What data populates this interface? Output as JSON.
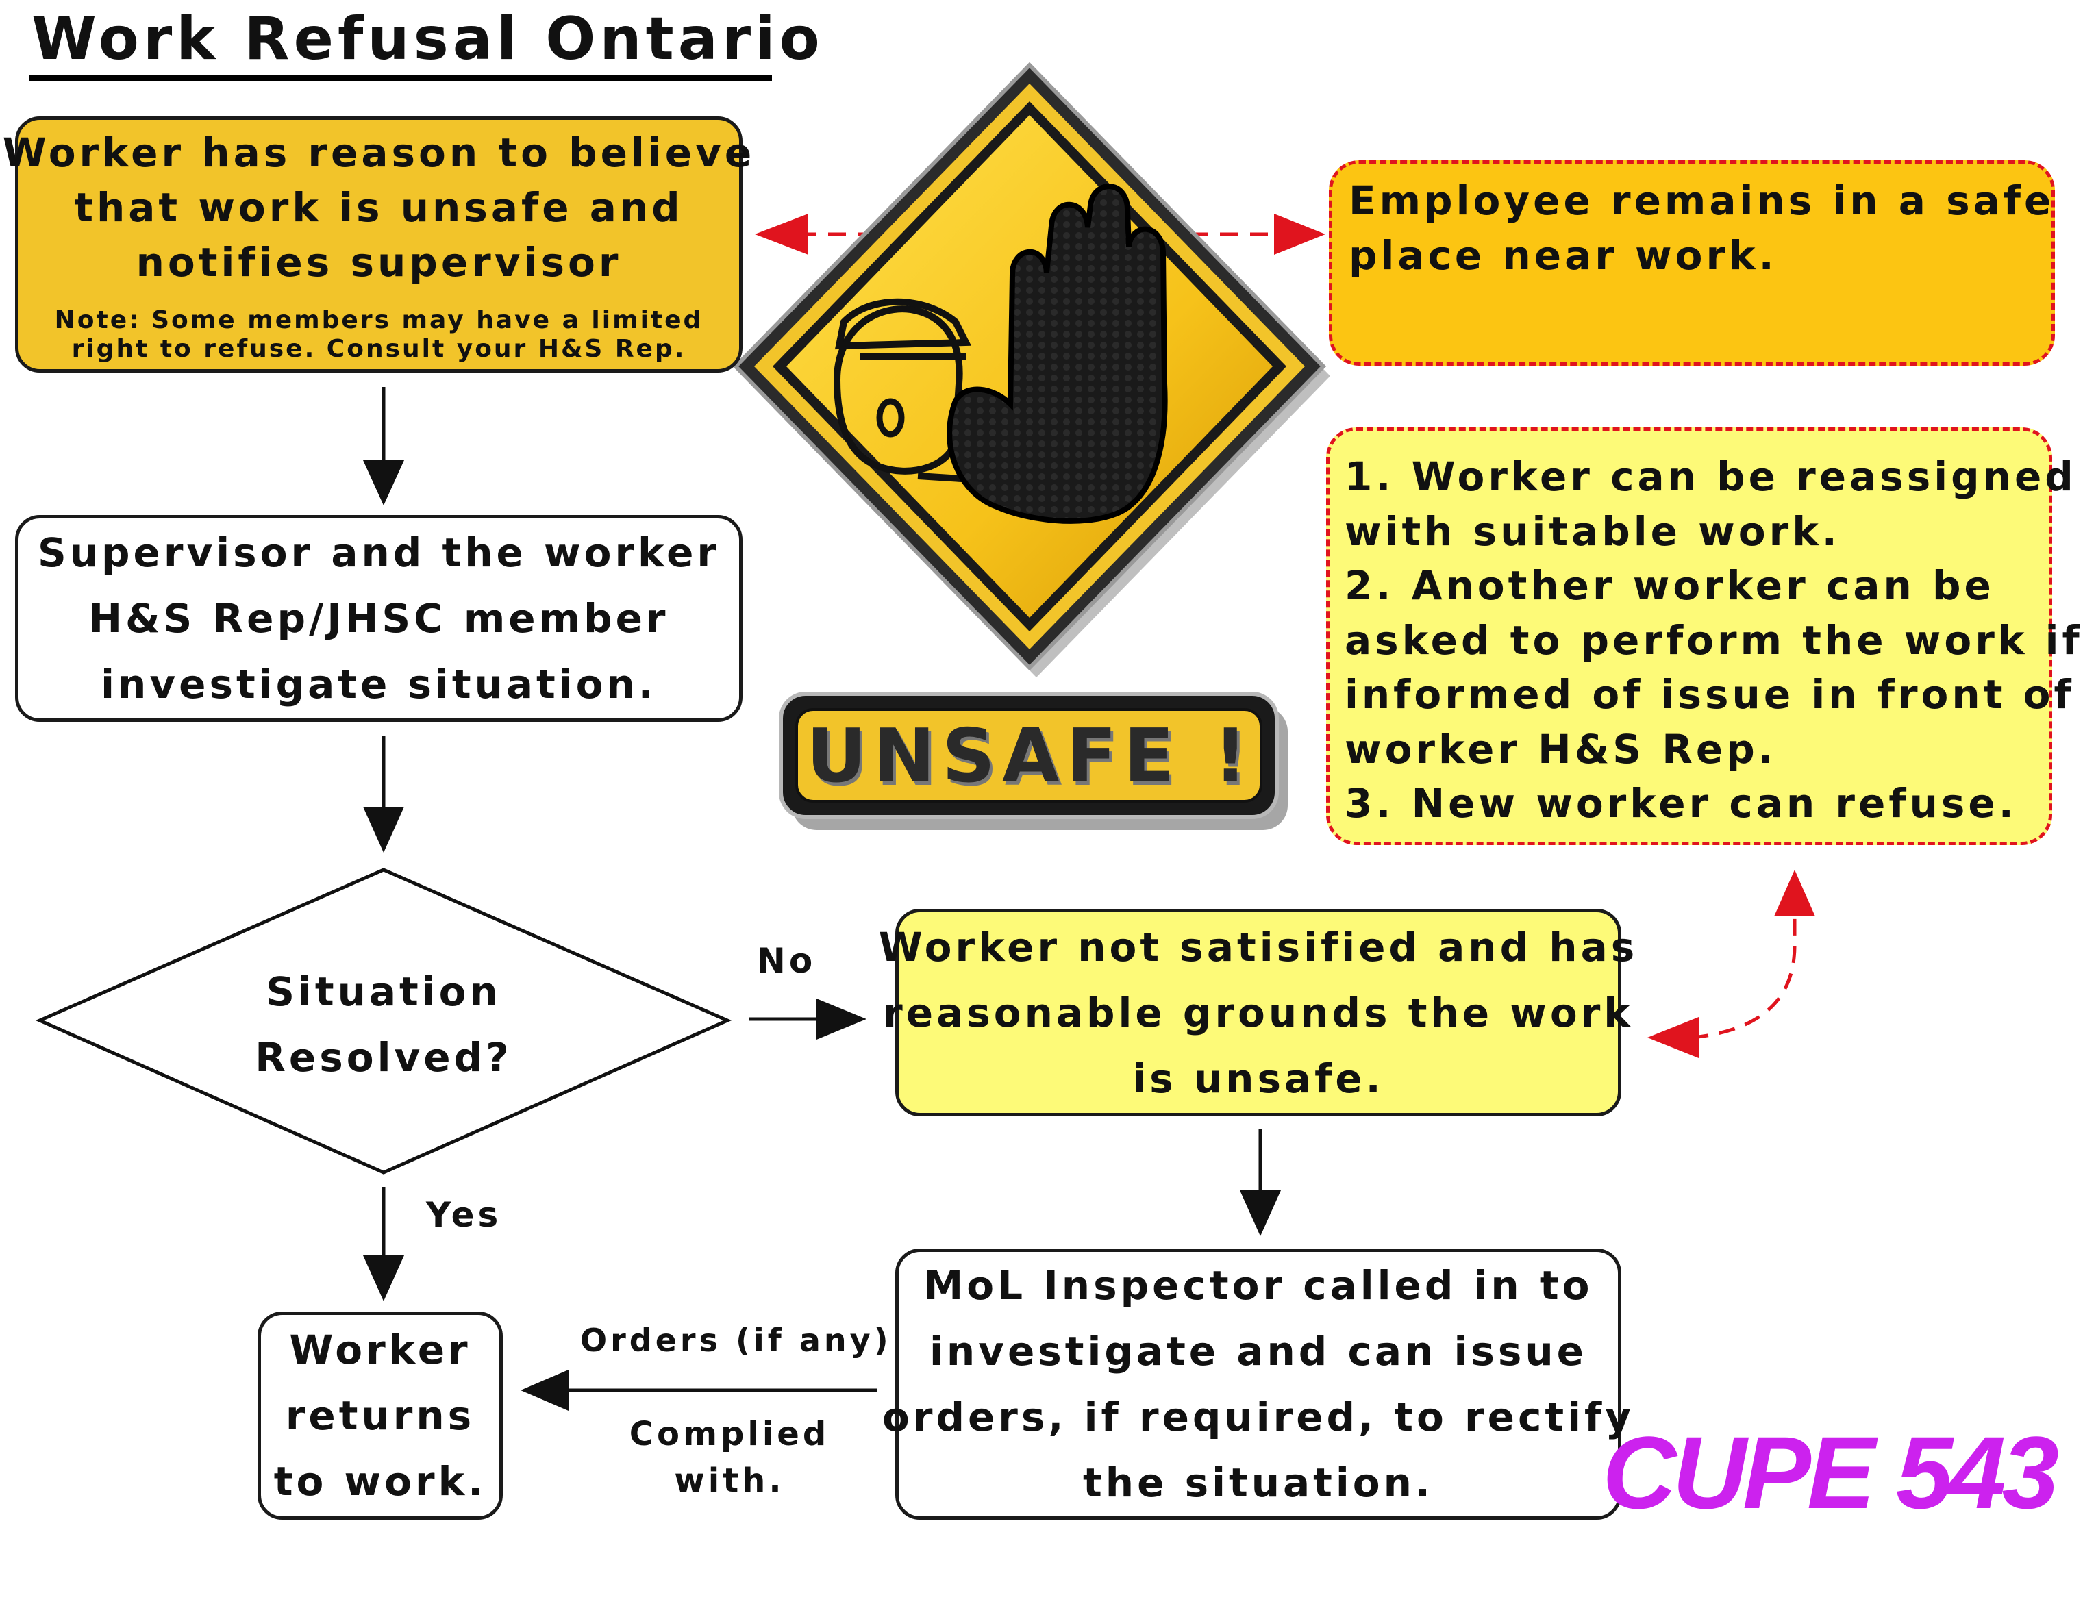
{
  "title": "Work Refusal Ontario",
  "nodes": {
    "start": {
      "lines": [
        "Worker has reason to believe",
        "that work is unsafe and",
        "notifies supervisor"
      ],
      "note_lines": [
        "Note: Some members may have a limited",
        "right to refuse. Consult your H&S Rep."
      ]
    },
    "investigate": {
      "lines": [
        "Supervisor and the worker",
        "H&S Rep/JHSC member",
        "investigate situation."
      ]
    },
    "decision": {
      "lines": [
        "Situation",
        "Resolved?"
      ]
    },
    "not_satisfied": {
      "lines": [
        "Worker not satisified and has",
        "reasonable grounds the work",
        "is unsafe."
      ]
    },
    "mol_inspector": {
      "lines": [
        "MoL Inspector called in to",
        "investigate and can issue",
        "orders, if required, to rectify",
        "the situation."
      ]
    },
    "returns": {
      "lines": [
        "Worker",
        "returns",
        "to work."
      ]
    },
    "safe_place": {
      "lines": [
        "Employee remains in a safe",
        "place near work."
      ]
    },
    "options": {
      "lines": [
        "1. Worker can be reassigned",
        "with suitable work.",
        "2. Another worker can be",
        "asked to perform the work if",
        "informed of issue in front of",
        "worker H&S Rep.",
        "3. New worker can refuse."
      ]
    }
  },
  "edge_labels": {
    "no": "No",
    "yes": "Yes",
    "orders_top": "Orders (if any)",
    "orders_bottom": [
      "Complied",
      "with."
    ]
  },
  "sign": {
    "badge": "UNSAFE !",
    "icon": "stop-hand-warning-icon"
  },
  "logo": {
    "text": "CUPE 543",
    "color": "#cc22ee"
  },
  "colors": {
    "box_gold": "#f2c42a",
    "box_orange": "#fcc512",
    "box_light_yellow": "#fdfa78",
    "dashed_red": "#e0141e",
    "arrow_black": "#111111"
  }
}
